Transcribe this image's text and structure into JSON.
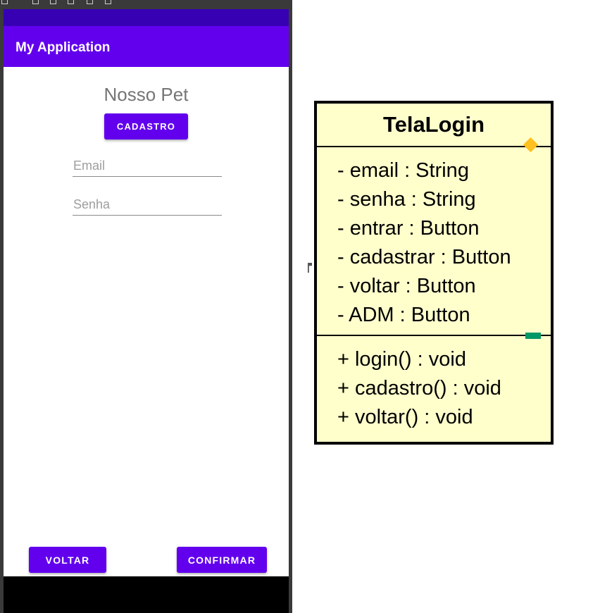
{
  "app": {
    "title": "My Application",
    "heading": "Nosso Pet",
    "cadastro_label": "CADASTRO",
    "email_placeholder": "Email",
    "senha_placeholder": "Senha",
    "voltar_label": "VOLTAR",
    "confirmar_label": "CONFIRMAR"
  },
  "uml": {
    "class_name": "TelaLogin",
    "attributes": [
      "- email : String",
      "- senha : String",
      "- entrar : Button",
      "- cadastrar : Button",
      "- voltar : Button",
      "- ADM : Button"
    ],
    "methods": [
      "+ login() : void",
      "+ cadastro() : void",
      "+ voltar() : void"
    ]
  },
  "colors": {
    "primary": "#6200ee",
    "primary_dark": "#3700b3",
    "uml_fill": "#ffffcc",
    "diamond": "#ffc020",
    "marker": "#009966"
  }
}
